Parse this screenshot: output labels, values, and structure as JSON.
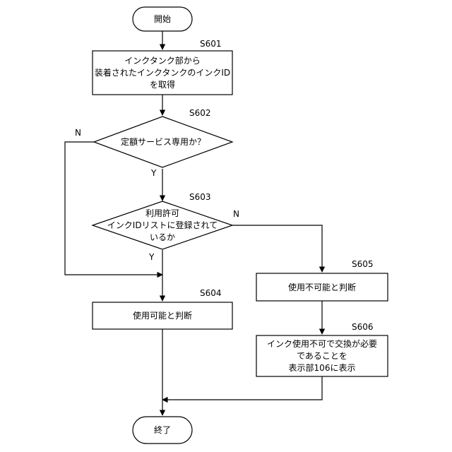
{
  "flowchart": {
    "start_label": "開始",
    "end_label": "終了",
    "steps": {
      "s601": {
        "id": "S601",
        "lines": [
          "インクタンク部から",
          "装着されたインクタンクのインクID",
          "を取得"
        ]
      },
      "s602": {
        "id": "S602",
        "lines": [
          "定額サービス専用か？"
        ]
      },
      "s603": {
        "id": "S603",
        "lines": [
          "利用許可",
          "インクIDリストに登録されて",
          "いるか"
        ]
      },
      "s604": {
        "id": "S604",
        "lines": [
          "使用可能と判断"
        ]
      },
      "s605": {
        "id": "S605",
        "lines": [
          "使用不可能と判断"
        ]
      },
      "s606": {
        "id": "S606",
        "lines": [
          "インク使用不可で交換が必要",
          "であることを",
          "表示部106に表示"
        ]
      }
    },
    "branch_labels": {
      "s602_no": "N",
      "s602_yes": "Y",
      "s603_no": "N",
      "s603_yes": "Y"
    }
  }
}
